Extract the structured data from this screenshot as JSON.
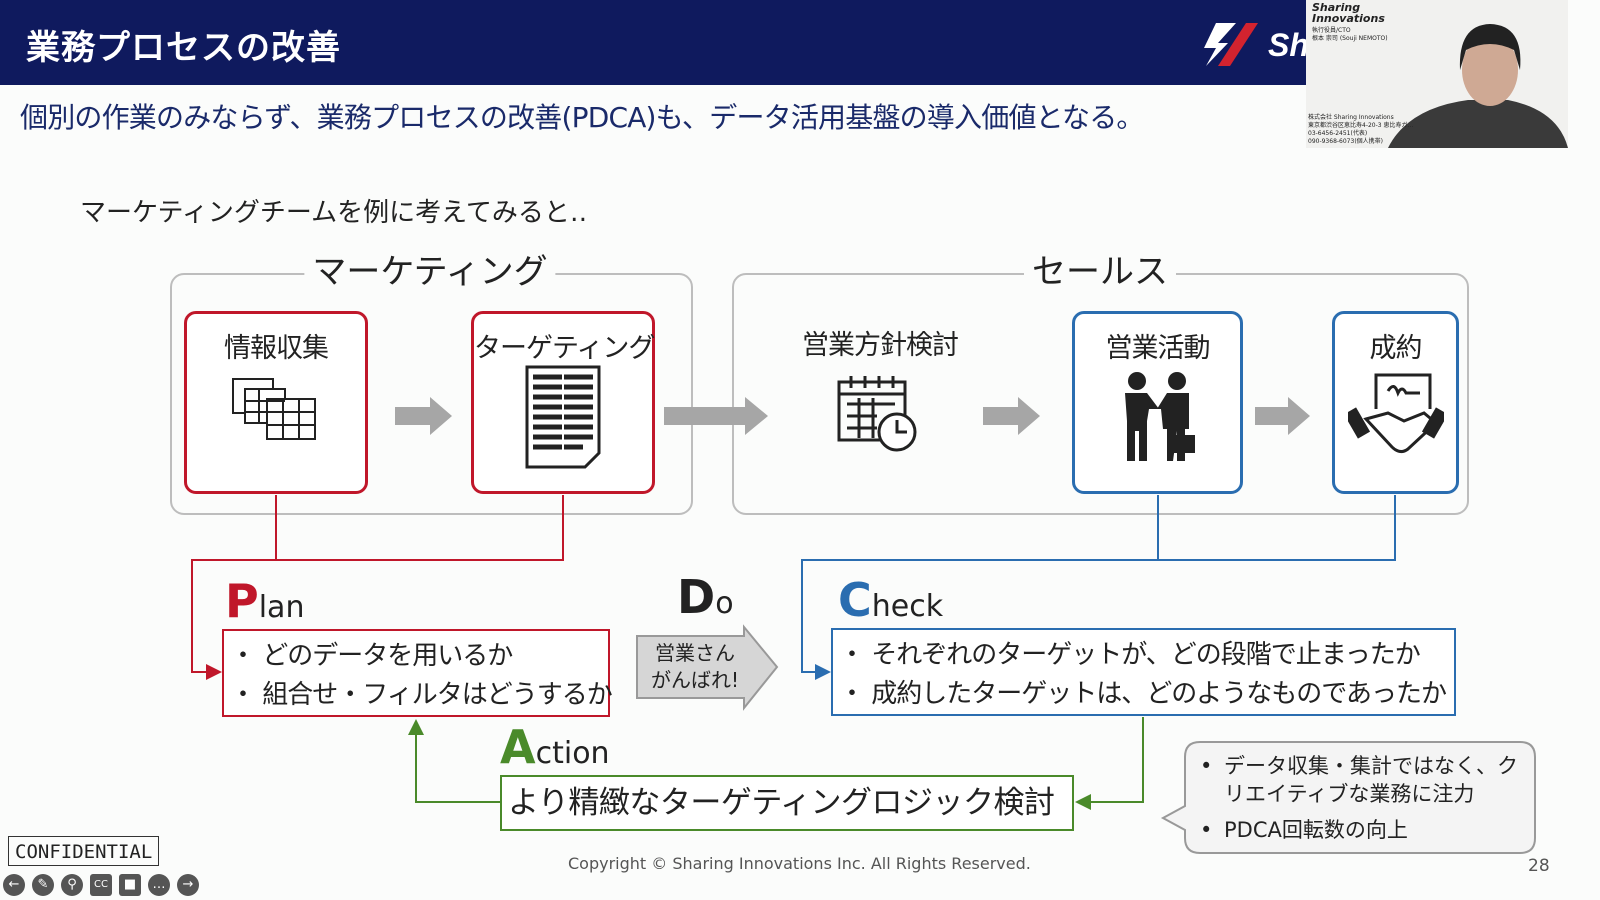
{
  "slide": {
    "title": "業務プロセスの改善",
    "subtitle": "個別の作業のみならず、業務プロセスの改善(PDCA)も、データ活用基盤の導入価値となる。",
    "intro": "マーケティングチームを例に考えてみると‥",
    "groups": {
      "marketing": "マーケティング",
      "sales": "セールス"
    },
    "steps": [
      {
        "label": "情報収集",
        "icon": "spreadsheet-icon"
      },
      {
        "label": "ターゲティング",
        "icon": "document-list-icon"
      },
      {
        "label": "営業方針検討",
        "icon": "calendar-clock-icon"
      },
      {
        "label": "営業活動",
        "icon": "business-people-icon"
      },
      {
        "label": "成約",
        "icon": "handshake-contract-icon"
      }
    ],
    "plan": {
      "initial": "P",
      "rest": "lan",
      "items": [
        "・ どのデータを用いるか",
        "・ 組合せ・フィルタはどうするか"
      ]
    },
    "do": {
      "initial": "D",
      "rest": "o",
      "line1": "営業さん",
      "line2": "がんばれ!"
    },
    "check": {
      "initial": "C",
      "rest": "heck",
      "items": [
        "・ それぞれのターゲットが、どの段階で止まったか",
        "・ 成約したターゲットは、どのようなものであったか"
      ]
    },
    "action": {
      "initial": "A",
      "rest": "ction",
      "text": "より精緻なターゲティングロジック検討"
    },
    "callout": [
      "データ収集・集計ではなく、クリエイティブな業務に注力",
      "PDCA回転数の向上"
    ],
    "callout_bullet": "•",
    "footer": "Copyright © Sharing Innovations Inc. All Rights Reserved.",
    "page_number": "28",
    "confidential": "CONFIDENTIAL",
    "logo_text": "Sh"
  },
  "webcam": {
    "logo": "Sharing Innovations",
    "role": "執行役員/CTO",
    "name": "根本 崇司 (Souji NEMOTO)",
    "company": "株式会社 Sharing Innovations",
    "address": "東京都渋谷区恵比寿4-20-3 恵比寿ガ…",
    "tel1": "03-6456-2451(代表)",
    "tel2": "090-9368-6073(個人携帯)"
  },
  "colors": {
    "header": "#0f1a5e",
    "plan": "#c0172a",
    "check": "#2a6db0",
    "action": "#4a8a2a"
  }
}
